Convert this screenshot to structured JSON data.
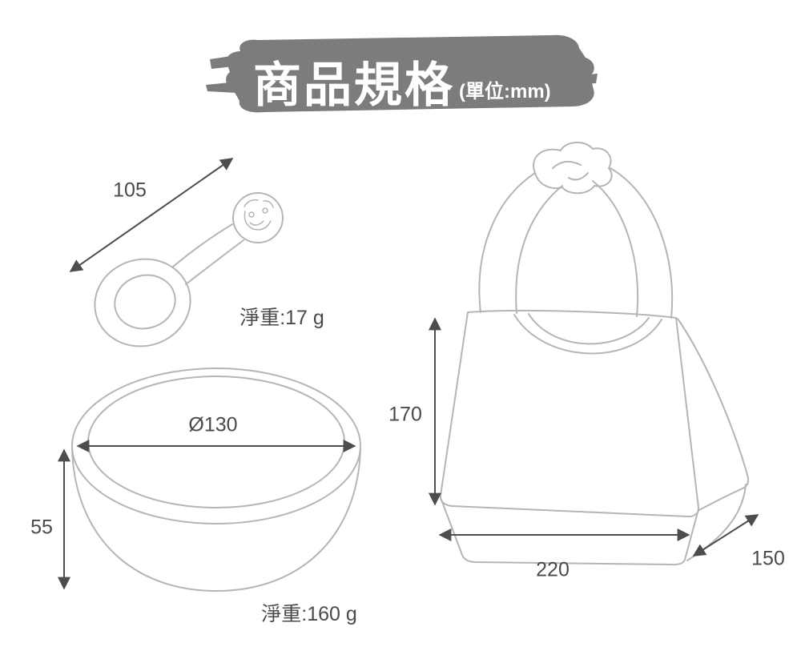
{
  "title": {
    "text": "商品規格",
    "unit": "(單位:mm)"
  },
  "spoon": {
    "length_label": "105",
    "weight_label": "淨重:17 g"
  },
  "bowl": {
    "diameter_label": "Ø130",
    "height_label": "55",
    "weight_label": "淨重:160 g"
  },
  "bag": {
    "height_label": "170",
    "width_label": "220",
    "depth_label": "150"
  },
  "colors": {
    "banner": "#7c7c7c",
    "line_art": "#b5b5b5",
    "dimension": "#4d4d4d",
    "text": "#4a4a4a"
  }
}
